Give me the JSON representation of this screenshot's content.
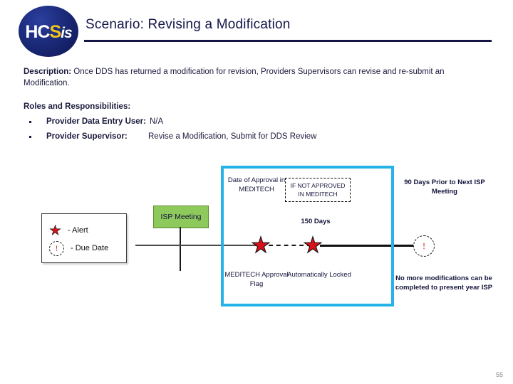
{
  "header": {
    "logo": {
      "part1": "HC",
      "part_c": "S",
      "part_is": "is"
    },
    "title": "Scenario: Revising a Modification"
  },
  "content": {
    "description_label": "Description:",
    "description_text": " Once DDS has returned a modification for revision, Providers Supervisors can revise and re-submit an Modification.",
    "roles_heading": "Roles and Responsibilities:",
    "roles": [
      {
        "label": "Provider Data Entry User:",
        "value": "N/A"
      },
      {
        "label": "Provider Supervisor:",
        "value": "Revise a Modification, Submit for DDS Review"
      }
    ]
  },
  "diagram": {
    "legend": [
      {
        "icon": "star-icon",
        "label": "- Alert"
      },
      {
        "icon": "due-date-circle-icon",
        "label": "- Due Date"
      }
    ],
    "isp_meeting_node": "ISP Meeting",
    "date_of_approval": "Date of Approval in MEDITECH",
    "not_approved_line1": "IF NOT APPROVED",
    "not_approved_line2": "IN MEDITECH",
    "days_150": "150 Days",
    "meditech_approval_flag": "MEDITECH Approval Flag",
    "automatically_locked": "Automatically Locked",
    "days_90_prior": "90 Days Prior to Next ISP Meeting",
    "no_more_modifications": "No more modifications can be completed to present year ISP",
    "due_date_marker": "!",
    "colors": {
      "focus_panel_border": "#26b3e8",
      "isp_node_fill": "#8ec95c",
      "isp_node_border": "#5f8a2f",
      "alert_star": "#d8121a",
      "title_rule": "#15154a"
    }
  },
  "footer": {
    "page_number": "55"
  }
}
